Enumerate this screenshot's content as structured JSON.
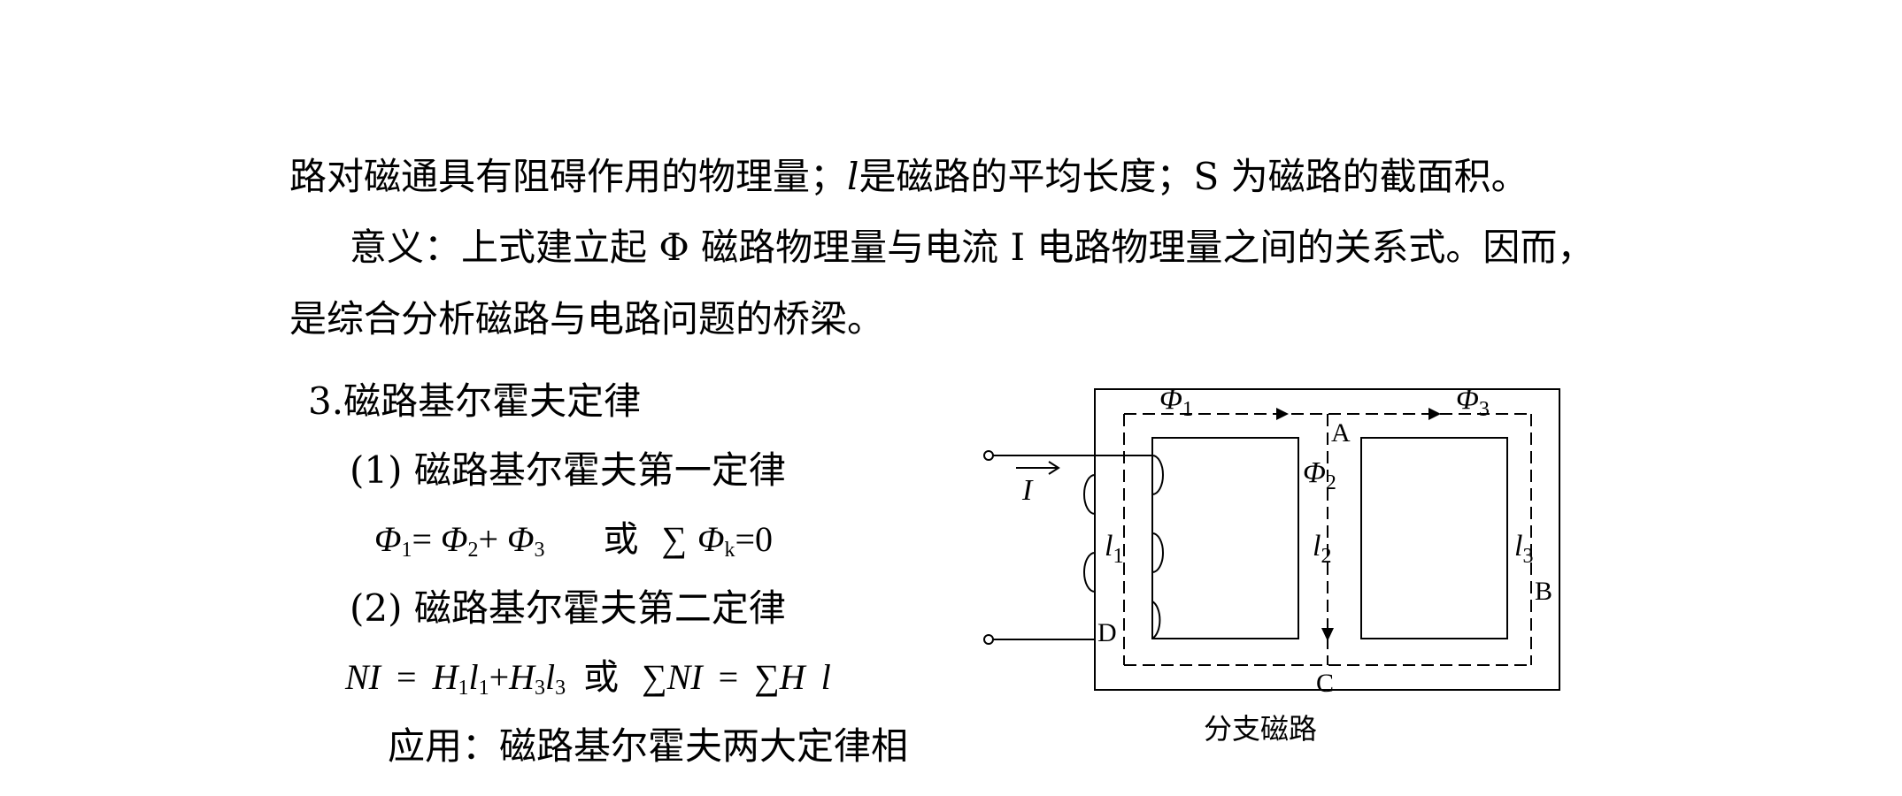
{
  "text": {
    "line1_a": "路对磁通具有阻碍作用的物理量；",
    "line1_l": "l",
    "line1_b": "是磁路的平均长度；S 为磁路的截面积。",
    "line2": "意义：上式建立起 Φ 磁路物理量与电流 I 电路物理量之间的关系式。因而，",
    "line3": "是综合分析磁路与电路问题的桥梁。",
    "heading3": "3.磁路基尔霍夫定律",
    "law1": "(1) 磁路基尔霍夫第一定律",
    "law2": "(2) 磁路基尔霍夫第二定律",
    "application": "应用：磁路基尔霍夫两大定律相"
  },
  "formula1": {
    "phi": "Φ",
    "sub1": "1",
    "eq": "= ",
    "sub2": "2",
    "plus": "+ ",
    "sub3": "3",
    "or": "或",
    "sum": "∑",
    "subk": "k",
    "eq0": "=0"
  },
  "formula2": {
    "lhs": "NI",
    "eq": "=",
    "H": "H",
    "l": "l",
    "s1": "1",
    "s3": "3",
    "plus": "+",
    "or": "或",
    "sum": "∑",
    "rhs_NI": "NI",
    "rhs_H": "H",
    "rhs_l": "l"
  },
  "diagram": {
    "phi": "Φ",
    "phi1_sub": "1",
    "phi2_sub": "2",
    "phi3_sub": "3",
    "current": "I",
    "l": "l",
    "l1_sub": "1",
    "l2_sub": "2",
    "l3_sub": "3",
    "node_a": "A",
    "node_b": "B",
    "node_c": "C",
    "node_d": "D",
    "caption": "分支磁路"
  }
}
